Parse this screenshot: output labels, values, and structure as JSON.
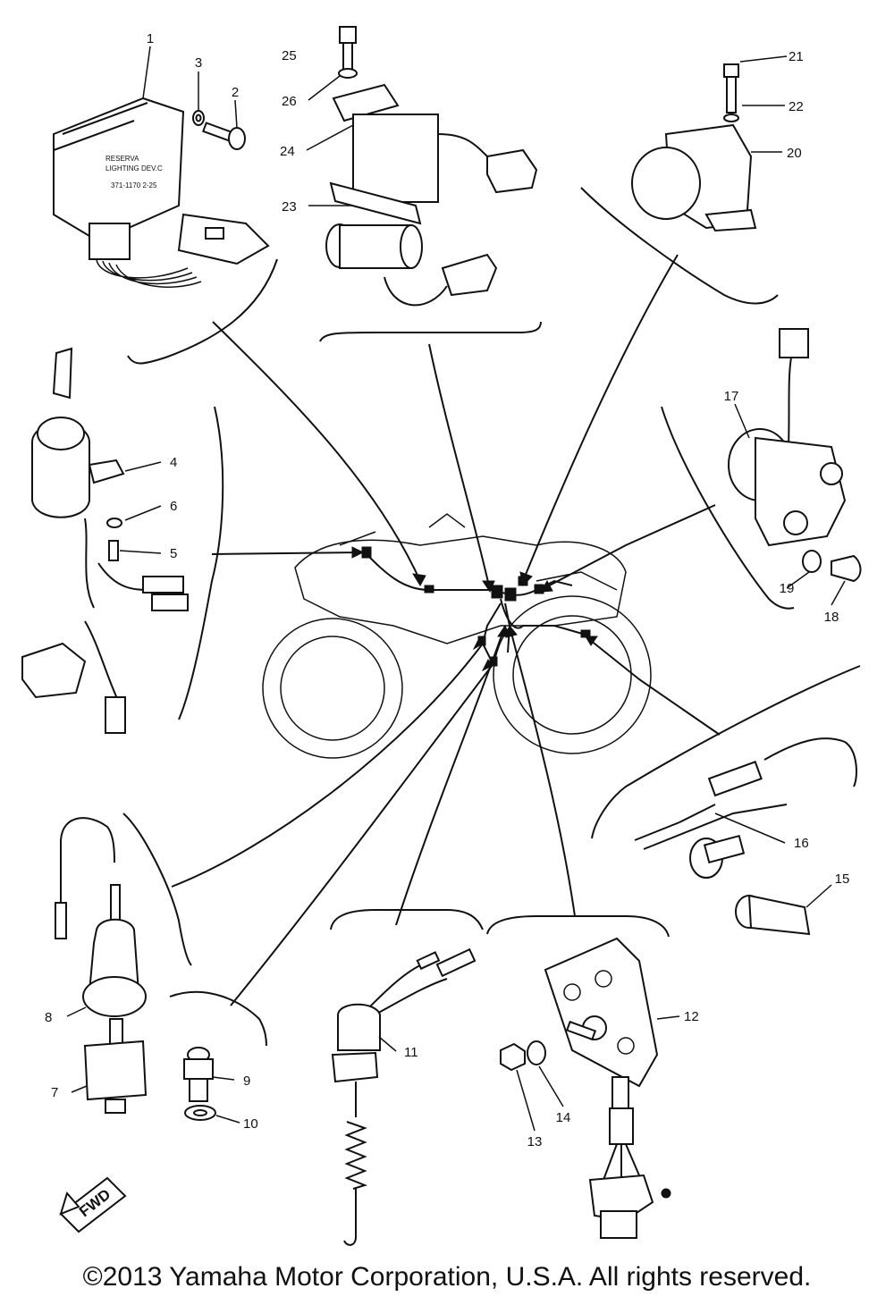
{
  "labels": {
    "p1": "1",
    "p2": "2",
    "p3": "3",
    "p4": "4",
    "p5": "5",
    "p6": "6",
    "p7": "7",
    "p8": "8",
    "p9": "9",
    "p10": "10",
    "p11": "11",
    "p12": "12",
    "p13": "13",
    "p14": "14",
    "p15": "15",
    "p16": "16",
    "p17": "17",
    "p18": "18",
    "p19": "19",
    "p20": "20",
    "p21": "21",
    "p22": "22",
    "p23": "23",
    "p24": "24",
    "p25": "25",
    "p26": "26"
  },
  "fwd_marker": "FWD",
  "copyright": "©2013 Yamaha Motor Corporation, U.S.A. All rights reserved."
}
